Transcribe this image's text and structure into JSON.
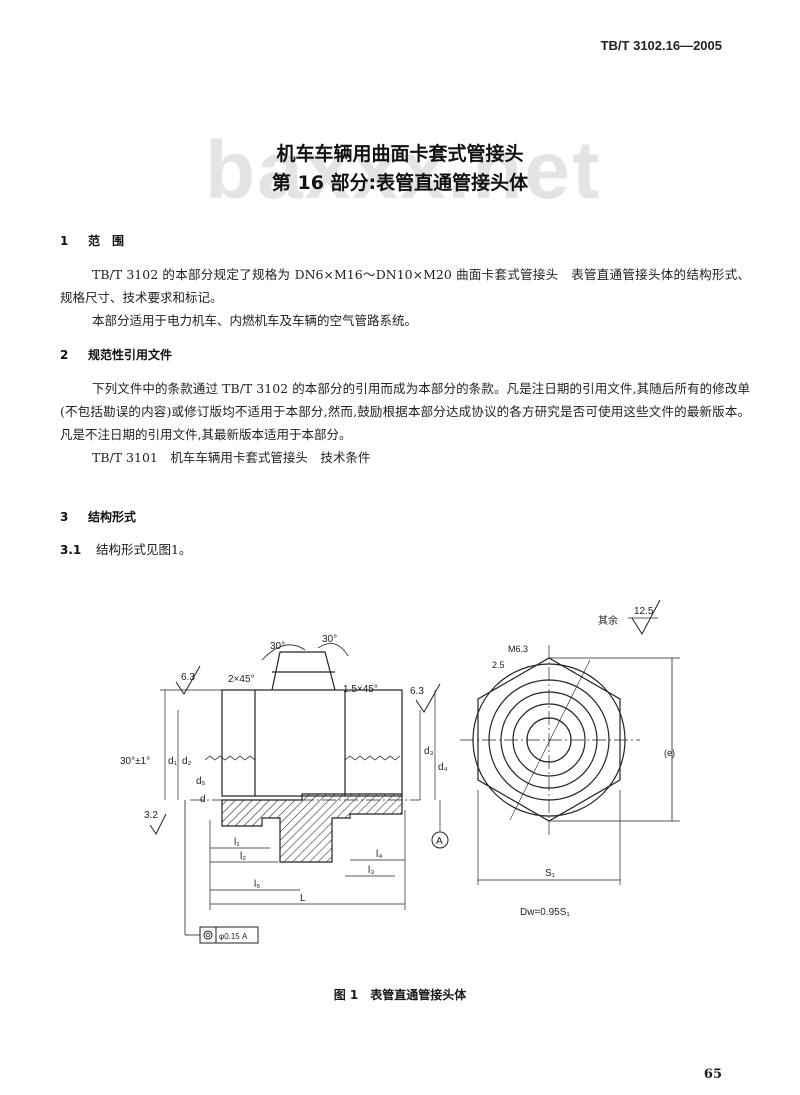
{
  "header": {
    "standard_number": "TB/T 3102.16—2005"
  },
  "watermark": "baxxx.net",
  "title": {
    "line1": "机车车辆用曲面卡套式管接头",
    "line2": "第 16 部分:表管直通管接头体"
  },
  "sections": {
    "scope": {
      "number": "1",
      "heading": "范　围",
      "p1": "TB/T 3102 的本部分规定了规格为 DN6×M16～DN10×M20 曲面卡套式管接头　表管直通管接头体的结构形式、规格尺寸、技术要求和标记。",
      "p2": "本部分适用于电力机车、内燃机车及车辆的空气管路系统。"
    },
    "normative": {
      "number": "2",
      "heading": "规范性引用文件",
      "p1": "下列文件中的条款通过 TB/T 3102 的本部分的引用而成为本部分的条款。凡是注日期的引用文件,其随后所有的修改单(不包括勘误的内容)或修订版均不适用于本部分,然而,鼓励根据本部分达成协议的各方研究是否可使用这些文件的最新版本。凡是不注日期的引用文件,其最新版本适用于本部分。",
      "p2": "TB/T 3101　机车车辆用卡套式管接头　技术条件"
    },
    "structure": {
      "number": "3",
      "heading": "结构形式",
      "sub_number": "3.1",
      "sub_text": "结构形式见图1。"
    }
  },
  "figure": {
    "caption": "图 1　表管直通管接头体",
    "labels": {
      "ra_left": "6.3",
      "chamfer1": "2×45°",
      "angle1": "30°",
      "angle2": "30°",
      "chamfer2": "1.5×45°",
      "ra_right": "6.3",
      "thread_angle": "30°±1°",
      "ra_small": "3.2",
      "d1": "d₁",
      "d2": "d₂",
      "d3": "d₃",
      "d4": "d₄",
      "d5": "d₅",
      "d": "d",
      "datum": "A",
      "l1": "l₁",
      "l2": "l₂",
      "l3": "l₃",
      "l4": "l₄",
      "l5": "l₅",
      "L": "L",
      "tolerance": "φ0.15 A",
      "rest_label": "其余",
      "ra_rest": "12.5",
      "thread_spec": "M6.3",
      "chamfer3": "2.5",
      "e_dim": "(e)",
      "s1": "S₁",
      "dw_formula": "Dw=0.95S₁"
    }
  },
  "page_number": "65"
}
